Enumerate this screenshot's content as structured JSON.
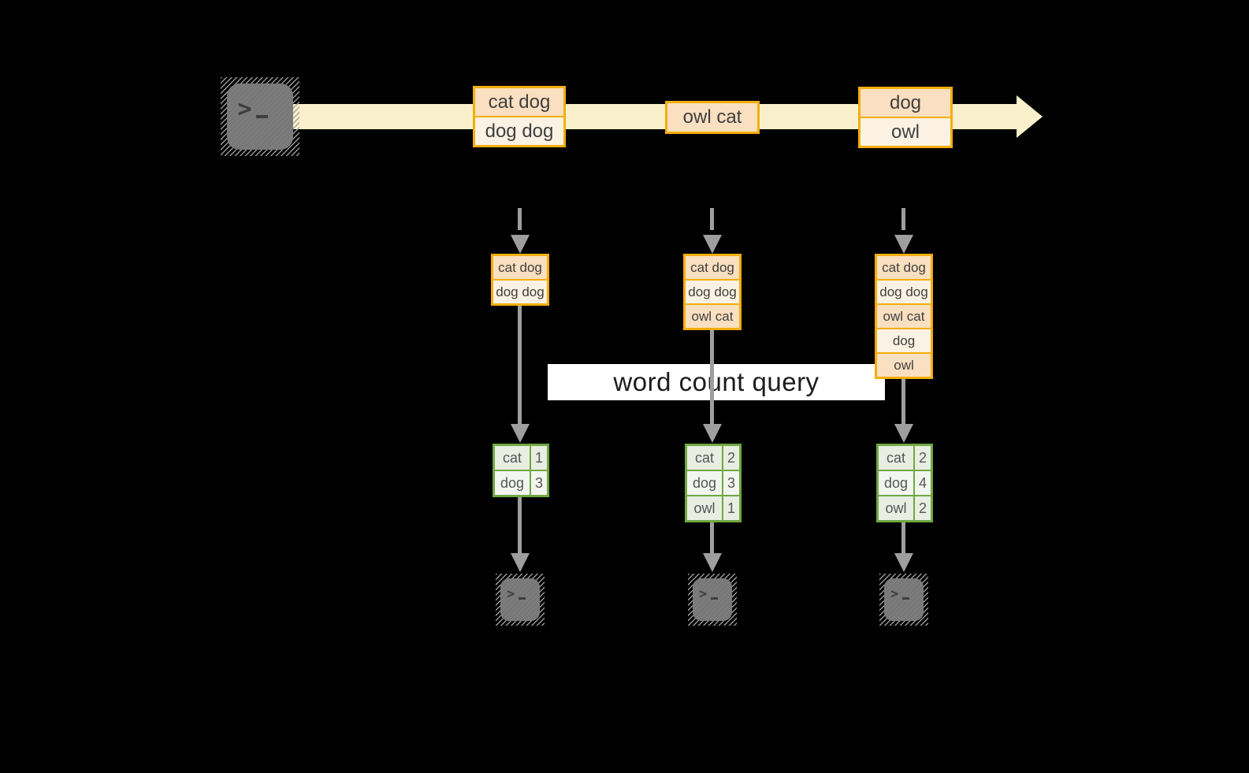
{
  "diagram": {
    "query_label": "word count query",
    "stream_batches": [
      {
        "cells": [
          "cat dog",
          "dog dog"
        ]
      },
      {
        "cells": [
          "owl cat"
        ]
      },
      {
        "cells": [
          "dog",
          "owl"
        ]
      }
    ],
    "micro_batches": [
      {
        "cells": [
          "cat dog",
          "dog dog"
        ]
      },
      {
        "cells": [
          "cat dog",
          "dog dog",
          "owl cat"
        ]
      },
      {
        "cells": [
          "cat dog",
          "dog dog",
          "owl cat",
          "dog",
          "owl"
        ]
      }
    ],
    "count_tables": [
      {
        "rows": [
          {
            "word": "cat",
            "count": "1"
          },
          {
            "word": "dog",
            "count": "3"
          }
        ]
      },
      {
        "rows": [
          {
            "word": "cat",
            "count": "2"
          },
          {
            "word": "dog",
            "count": "3"
          },
          {
            "word": "owl",
            "count": "1"
          }
        ]
      },
      {
        "rows": [
          {
            "word": "cat",
            "count": "2"
          },
          {
            "word": "dog",
            "count": "4"
          },
          {
            "word": "owl",
            "count": "2"
          }
        ]
      }
    ],
    "colors": {
      "background": "#000000",
      "stream_fill": "#FAF0CC",
      "box_border": "#F3AE0B",
      "cell_peach": "#FADFC0",
      "cell_cream": "#FCF2E3",
      "table_border": "#6FA843",
      "table_cell_a": "#E8EEE1",
      "table_cell_b": "#F3F6F0",
      "arrow_gray": "#9E9E9E",
      "terminal_gray": "#7C7C7C",
      "query_bg": "#FFFFFF",
      "query_text": "#1C1C1C"
    }
  }
}
